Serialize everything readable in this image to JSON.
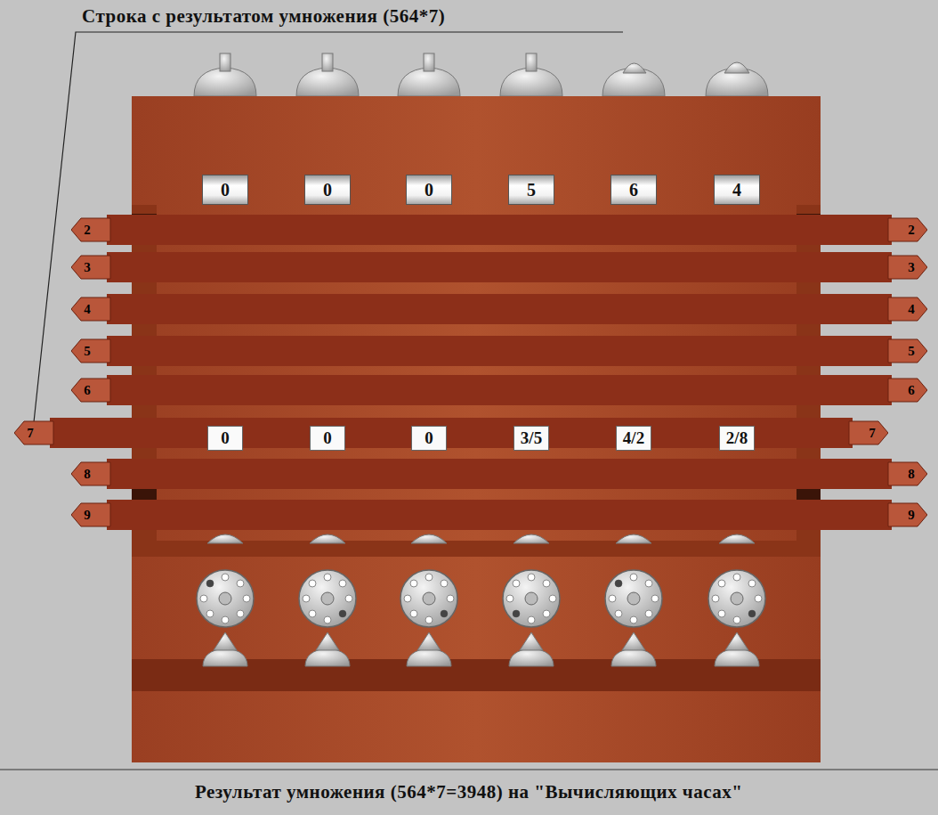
{
  "diagram": {
    "title": "Строка с результатом умножения (564*7)",
    "caption": "Результат умножения (564*7=3948) на \"Вычисляющих часах\"",
    "nodes": [
      {
        "text": [
          "0"
        ]
      },
      {
        "text": [
          "0"
        ]
      },
      {
        "text": [
          "0"
        ]
      },
      {
        "text": [
          "5"
        ]
      },
      {
        "text": [
          "6"
        ]
      },
      {
        "text": [
          "4"
        ]
      },
      {
        "text": [
          "2",
          "2"
        ]
      },
      {
        "text": [
          "3",
          "3"
        ]
      },
      {
        "text": [
          "4",
          "4"
        ]
      },
      {
        "text": [
          "5",
          "5"
        ]
      },
      {
        "text": [
          "6",
          "6"
        ]
      },
      {
        "text": [
          "7",
          "7"
        ]
      },
      {
        "text": [
          "0"
        ],
        "in": 11
      },
      {
        "text": [
          "0"
        ],
        "in": 11
      },
      {
        "text": [
          "0"
        ],
        "in": 11
      },
      {
        "text": [
          "3/5"
        ],
        "in": 11
      },
      {
        "text": [
          "4/2"
        ],
        "in": 11
      },
      {
        "text": [
          "2/8"
        ],
        "in": 11
      },
      {
        "text": [
          "8",
          "8"
        ]
      },
      {
        "text": [
          "9",
          "9"
        ]
      }
    ]
  }
}
